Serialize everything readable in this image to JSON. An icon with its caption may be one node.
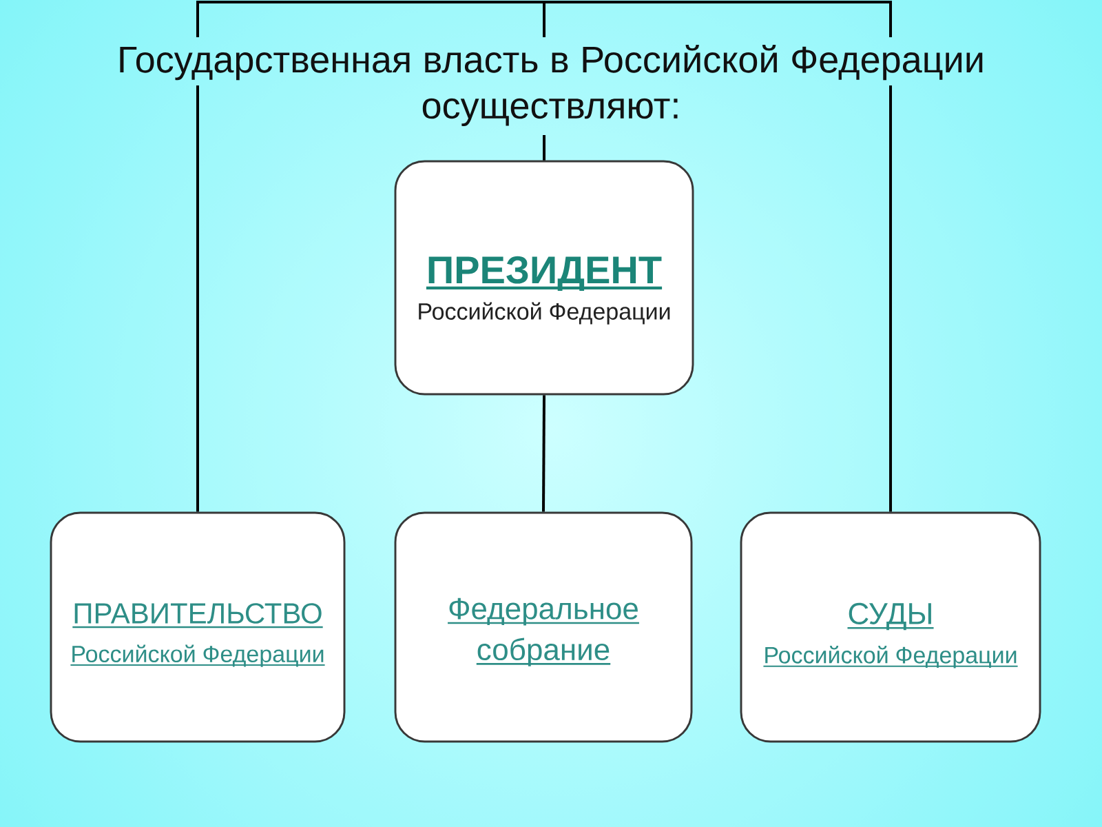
{
  "diagram": {
    "title": "Государственная власть в Российской Федерации осуществляют:",
    "nodes": [
      {
        "text": [
          "ПРЕЗИДЕНТ",
          "Российской Федерации"
        ]
      },
      {
        "text": [
          "ПРАВИТЕЛЬСТВО",
          "Российской Федерации"
        ]
      },
      {
        "text": [
          "Федеральное собрание"
        ]
      },
      {
        "text": [
          "СУДЫ",
          "Российской Федерации"
        ]
      }
    ],
    "edges": [
      {
        "from": 0,
        "to": 1,
        "arrow": "none"
      },
      {
        "from": 0,
        "to": 2,
        "arrow": "none"
      },
      {
        "from": 0,
        "to": 3,
        "arrow": "none"
      }
    ]
  }
}
